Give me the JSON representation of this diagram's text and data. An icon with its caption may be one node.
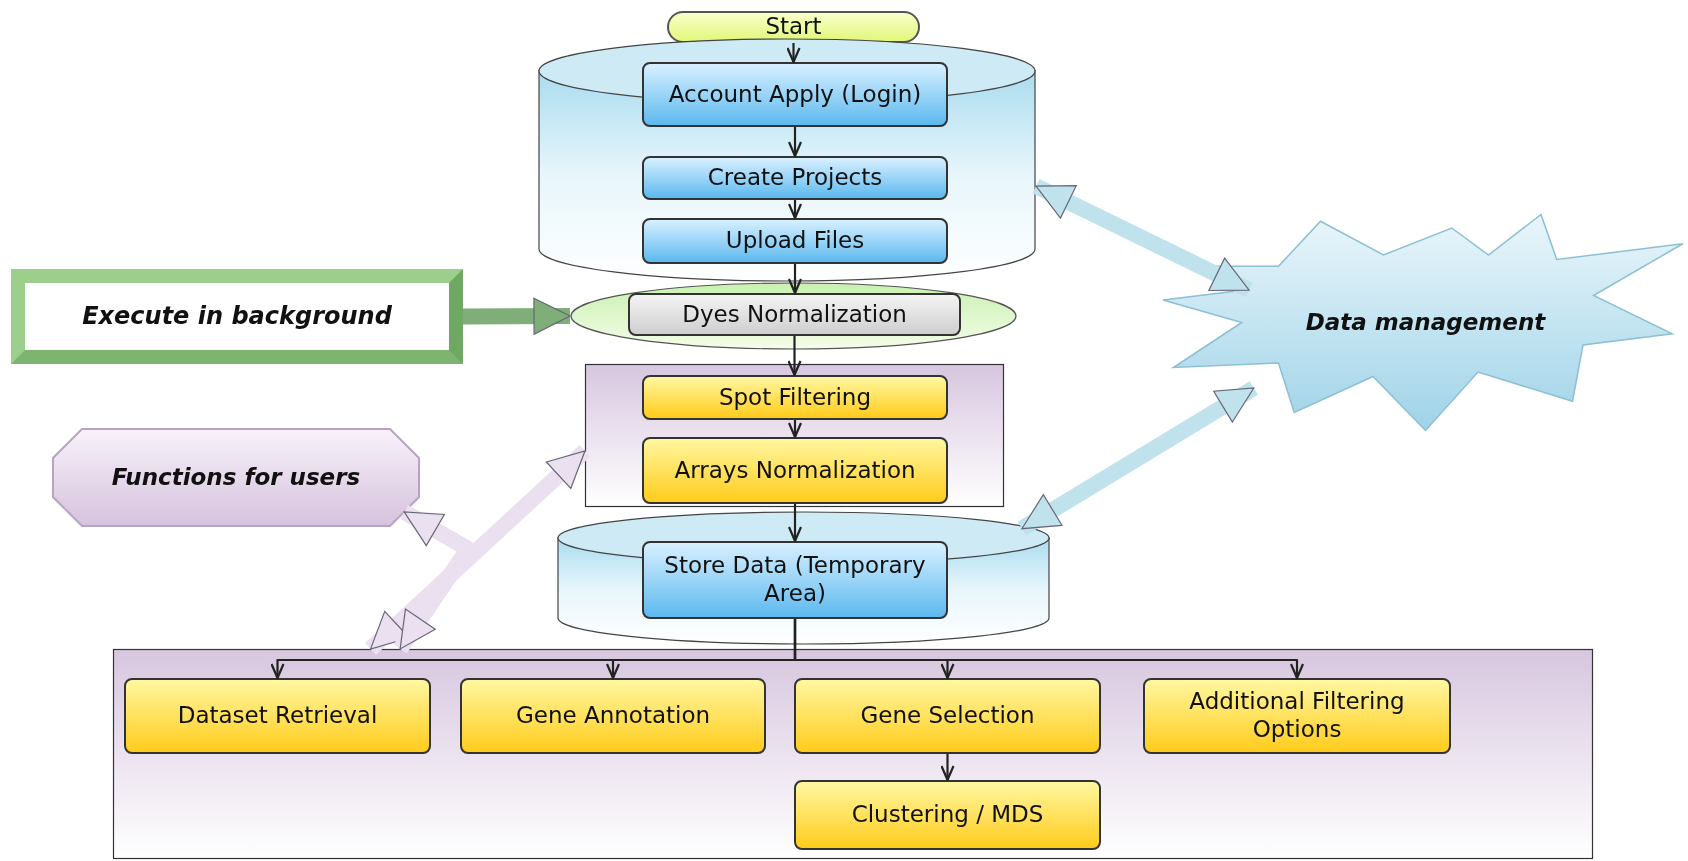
{
  "diagram": {
    "nodes": [
      {
        "text": [
          "Start"
        ]
      },
      {
        "text": [],
        "shape": "cylinder"
      },
      {
        "text": [
          "Account Apply (Login)"
        ],
        "in": 1
      },
      {
        "text": [
          "Create Projects"
        ],
        "in": 1
      },
      {
        "text": [
          "Upload Files"
        ],
        "in": 1
      },
      {
        "text": [],
        "shape": "ellipse"
      },
      {
        "text": [
          "Dyes Normalization"
        ],
        "in": 5
      },
      {
        "text": [
          "Execute in background"
        ]
      },
      {
        "text": [],
        "shape": "box"
      },
      {
        "text": [
          "Spot Filtering"
        ],
        "in": 8
      },
      {
        "text": [
          "Arrays Normalization"
        ],
        "in": 8
      },
      {
        "text": [],
        "shape": "cylinder"
      },
      {
        "text": [
          "Store Data (Temporary Area)"
        ],
        "in": 11
      },
      {
        "text": [],
        "shape": "box"
      },
      {
        "text": [
          "Dataset Retrieval"
        ],
        "in": 13
      },
      {
        "text": [
          "Gene Annotation"
        ],
        "in": 13
      },
      {
        "text": [
          "Gene Selection"
        ],
        "in": 13
      },
      {
        "text": [
          "Additional Filtering Options"
        ],
        "in": 13
      },
      {
        "text": [
          "Clustering / MDS"
        ],
        "in": 13
      },
      {
        "text": [
          "Functions for users"
        ]
      },
      {
        "text": [
          "Data management"
        ]
      }
    ],
    "edges": [
      {
        "from": 0,
        "to": 2,
        "arrow": "to"
      },
      {
        "from": 2,
        "to": 3,
        "arrow": "to"
      },
      {
        "from": 3,
        "to": 4,
        "arrow": "to"
      },
      {
        "from": 4,
        "to": 6,
        "arrow": "to"
      },
      {
        "from": 6,
        "to": 9,
        "arrow": "to"
      },
      {
        "from": 9,
        "to": 10,
        "arrow": "to"
      },
      {
        "from": 10,
        "to": 12,
        "arrow": "to"
      },
      {
        "from": 12,
        "to": 14,
        "arrow": "to"
      },
      {
        "from": 12,
        "to": 15,
        "arrow": "to"
      },
      {
        "from": 12,
        "to": 16,
        "arrow": "to"
      },
      {
        "from": 12,
        "to": 17,
        "arrow": "to"
      },
      {
        "from": 16,
        "to": 18,
        "arrow": "to"
      },
      {
        "from": 7,
        "to": 5,
        "arrow": "to",
        "style": "thick",
        "color": "#7fae78"
      },
      {
        "from": 20,
        "to": 1,
        "arrow": "both",
        "style": "thick",
        "color": "#bfe2ec"
      },
      {
        "from": 20,
        "to": 11,
        "arrow": "both",
        "style": "thick",
        "color": "#bfe2ec"
      },
      {
        "from": 13,
        "to": 8,
        "arrow": "both",
        "style": "thick",
        "color": "#ebe0f0"
      },
      {
        "from": 13,
        "to": 19,
        "arrow": "both",
        "style": "thick",
        "color": "#ebe0f0"
      }
    ]
  }
}
